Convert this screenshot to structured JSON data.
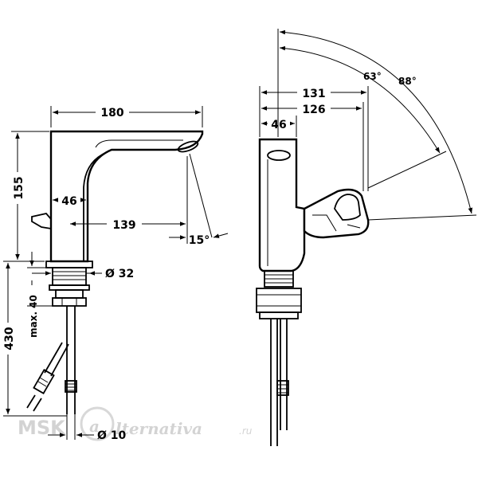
{
  "side_view": {
    "width_label": "180",
    "height_label": "155",
    "body_depth_label": "46",
    "spout_reach_label": "139",
    "spout_angle_label": "15°",
    "thread_diameter_label": "Ø 32",
    "clamp_label": "max. 40",
    "overall_height_label": "430",
    "hose_diameter_label": "Ø 10"
  },
  "front_view": {
    "lever_outer_label": "131",
    "lever_inner_label": "126",
    "body_width_label": "46",
    "angle_small_label": "63°",
    "angle_large_label": "88°"
  },
  "watermark": {
    "left": "MSK",
    "right": "lternativa",
    "suffix": ".ru"
  }
}
